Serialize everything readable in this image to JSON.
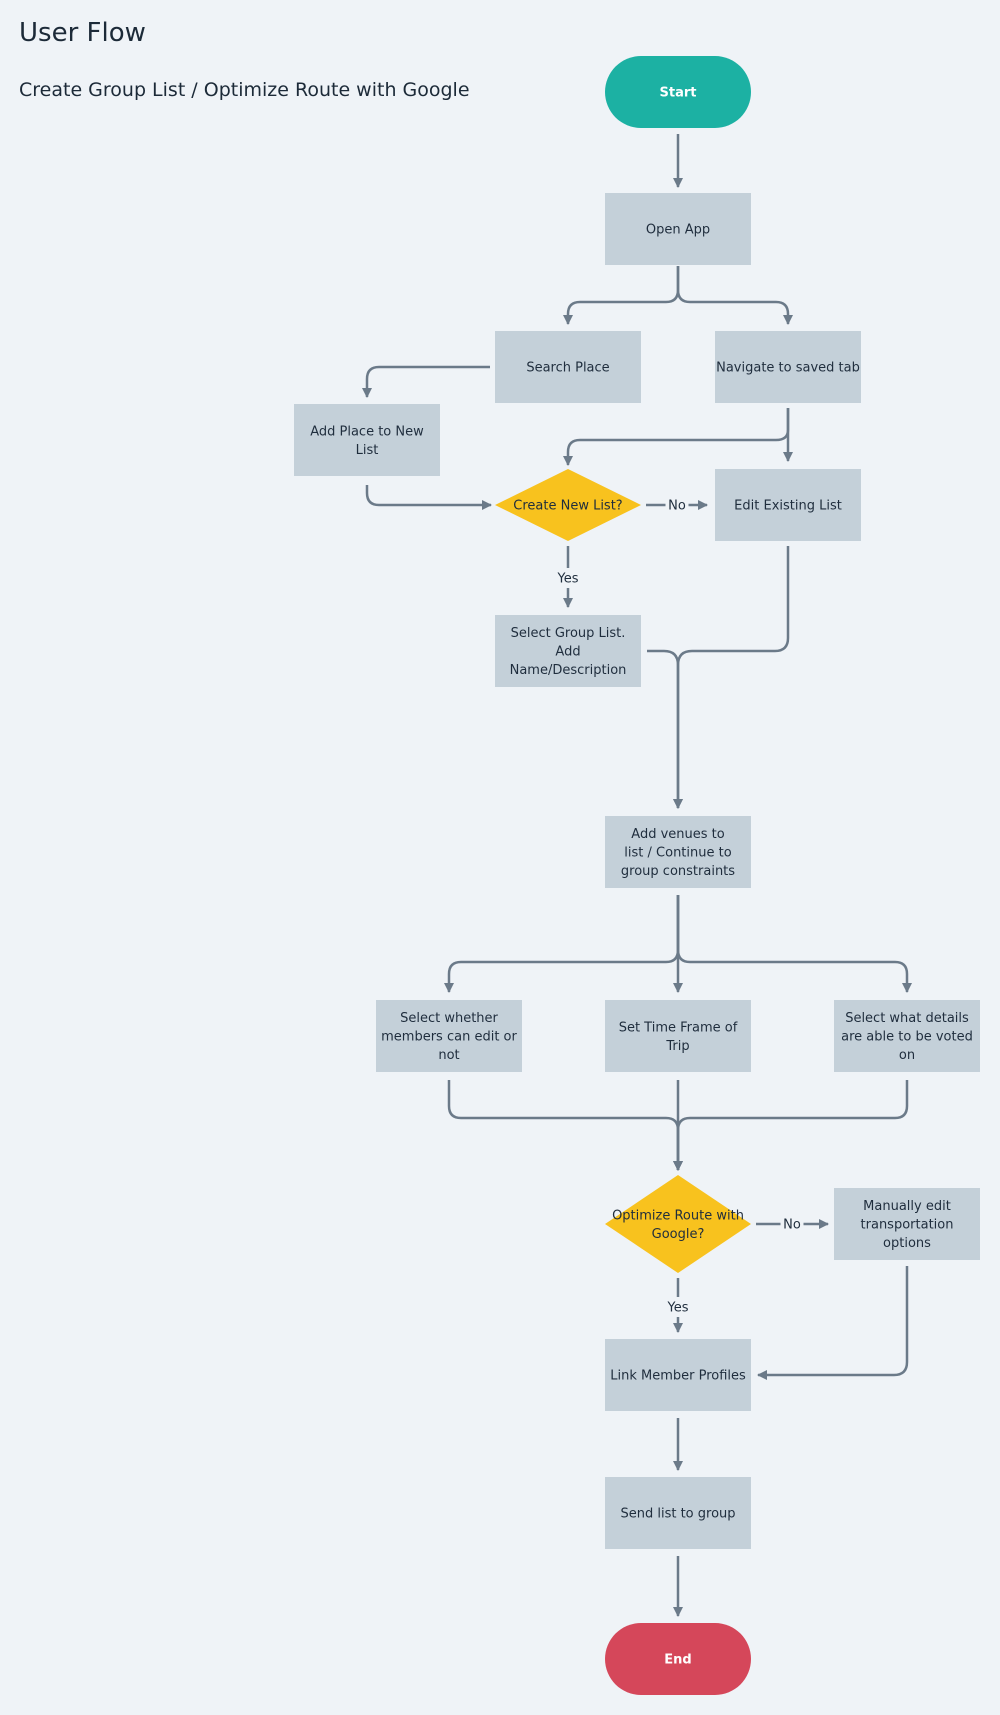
{
  "header": {
    "title": "User Flow",
    "subtitle": "Create Group List / Optimize Route with Google"
  },
  "colors": {
    "background": "#eff3f7",
    "process": "#c4d0d9",
    "start": "#1cb1a3",
    "end": "#d5475a",
    "decision": "#f8c21e",
    "connector": "#6b7a89"
  },
  "nodes": {
    "start": {
      "label": [
        "Start"
      ]
    },
    "open_app": {
      "label": [
        "Open App"
      ]
    },
    "search_place": {
      "label": [
        "Search Place"
      ]
    },
    "navigate_saved": {
      "label": [
        "Navigate to saved tab"
      ]
    },
    "add_place": {
      "label": [
        "Add Place to New",
        "List"
      ]
    },
    "create_new_list": {
      "label": [
        "Create New List?"
      ]
    },
    "edit_existing": {
      "label": [
        "Edit Existing List"
      ]
    },
    "select_group_list": {
      "label": [
        "Select Group List.",
        "Add",
        "Name/Description"
      ]
    },
    "add_venues": {
      "label": [
        "Add venues to",
        "list / Continue to",
        "group constraints"
      ]
    },
    "select_members": {
      "label": [
        "Select whether",
        "members can edit or",
        "not"
      ]
    },
    "set_time": {
      "label": [
        "Set Time Frame of",
        "Trip"
      ]
    },
    "select_details": {
      "label": [
        "Select what details",
        "are able to be voted",
        "on"
      ]
    },
    "optimize_route": {
      "label": [
        "Optimize Route with",
        "Google?"
      ]
    },
    "manual_edit": {
      "label": [
        "Manually edit",
        "transportation",
        "options"
      ]
    },
    "link_profiles": {
      "label": [
        "Link Member Profiles"
      ]
    },
    "send_list": {
      "label": [
        "Send list to group"
      ]
    },
    "end": {
      "label": [
        "End"
      ]
    }
  },
  "edge_labels": {
    "create_no": "No",
    "create_yes": "Yes",
    "optimize_no": "No",
    "optimize_yes": "Yes"
  }
}
